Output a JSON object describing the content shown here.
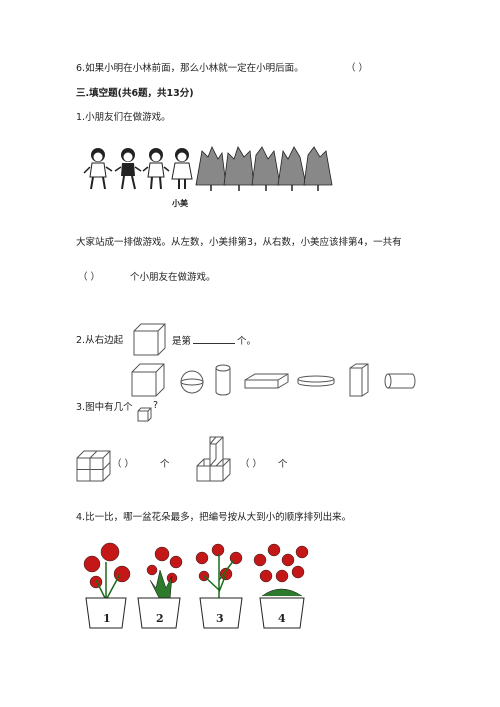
{
  "q6": {
    "text": "6.如果小明在小林前面，那么小林就一定在小明后面。",
    "bracket": "（        ）"
  },
  "section": {
    "title": "三.填空题(共6题，共13分)"
  },
  "q1": {
    "title": "1.小朋友们在做游戏。",
    "name_label": "小美",
    "line1": "大家站成一排做游戏。从左数，小美排第3，从右数，小美应该排第4，一共有",
    "line2_bracket": "（      ）",
    "line2_text": "个小朋友在做游戏。"
  },
  "q2": {
    "prefix": "2.从右边起",
    "suffix_before": "是第",
    "suffix_after": "个。"
  },
  "q3": {
    "prefix": "3.图中有几个",
    "suffix": "?",
    "answer1_bracket": "（        ）",
    "answer1_unit": "个",
    "answer2_bracket": "（        ）",
    "answer2_unit": "个"
  },
  "q4": {
    "title": "4.比一比，哪一盆花朵最多，把编号按从大到小的顺序排列出来。",
    "pots": [
      "1",
      "2",
      "3",
      "4"
    ]
  }
}
